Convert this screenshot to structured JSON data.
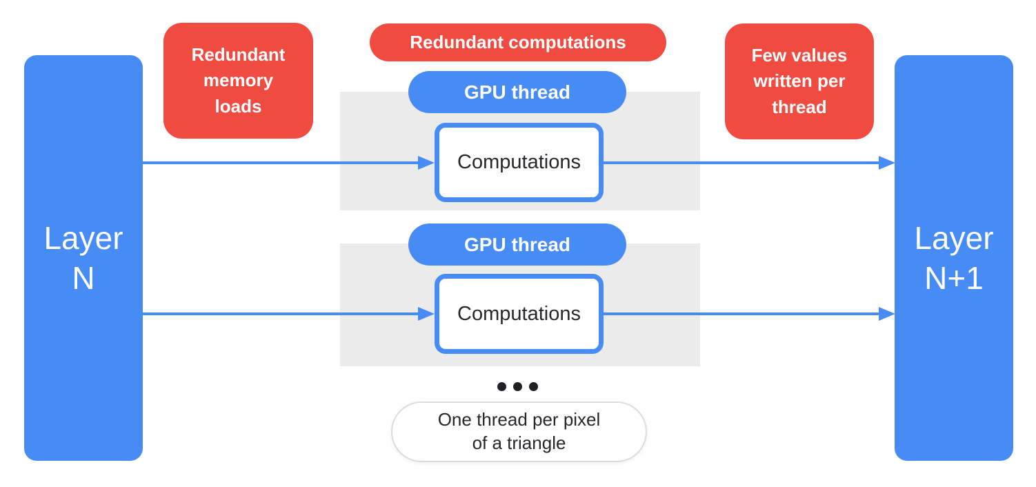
{
  "colors": {
    "blue": "#478BF5",
    "red": "#F04B40",
    "panel_gray": "#EBEBEB",
    "text_dark": "#26272A",
    "pill_border": "#DCDCDC"
  },
  "layers": {
    "left": "Layer\nN",
    "right": "Layer\nN+1"
  },
  "badges": {
    "memory": "Redundant\nmemory\nloads",
    "computations": "Redundant computations",
    "few_values": "Few values\nwritten per\nthread"
  },
  "threads": [
    {
      "pill": "GPU thread",
      "box": "Computations"
    },
    {
      "pill": "GPU thread",
      "box": "Computations"
    }
  ],
  "ellipsis_icon": "three-dots",
  "footnote": "One thread per pixel\nof a triangle"
}
